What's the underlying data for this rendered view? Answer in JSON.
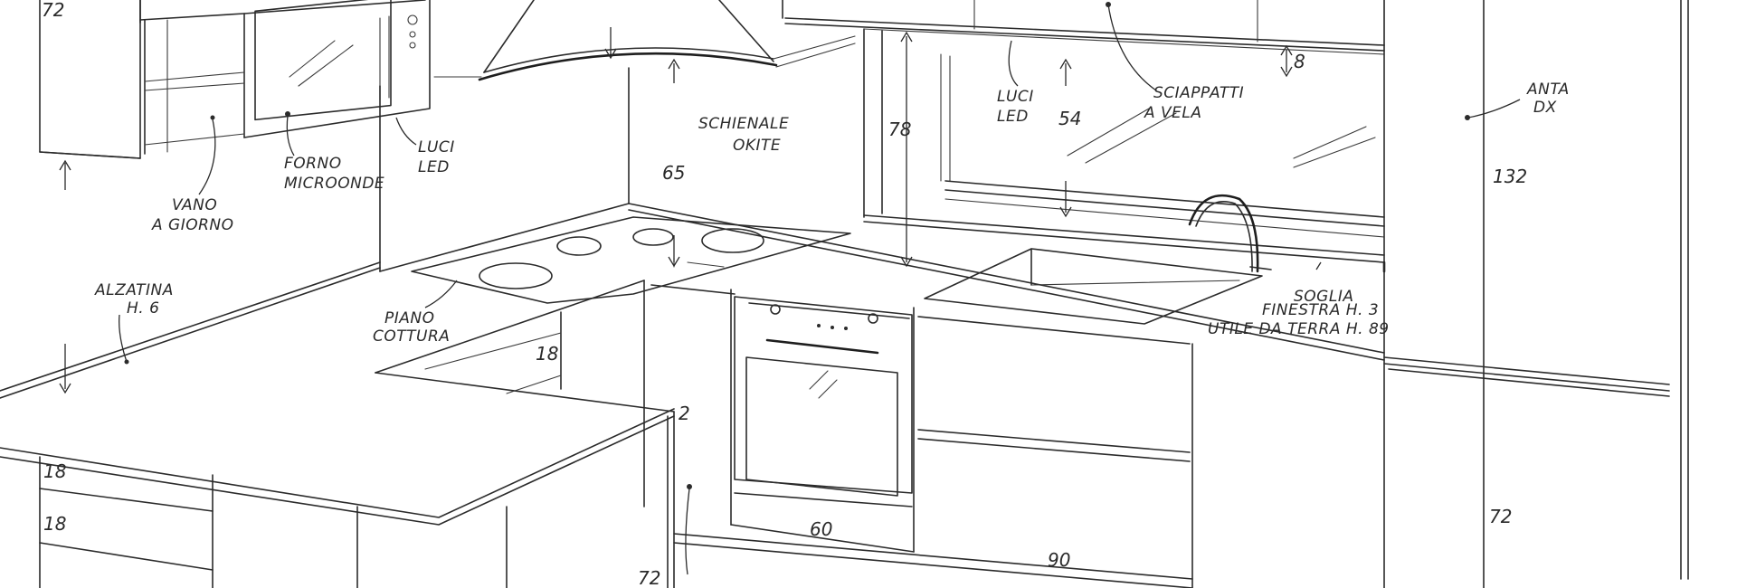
{
  "labels": {
    "vano1": "VANO",
    "vano2": "A GIORNO",
    "forno1": "FORNO",
    "forno2": "MICROONDE",
    "luci1a": "LUCI",
    "luci1b": "LED",
    "luci2a": "LUCI",
    "luci2b": "LED",
    "schienale1": "SCHIENALE",
    "schienale2": "OKITE",
    "sciappatti1": "SCIAPPATTI",
    "sciappatti2": "A VELA",
    "anta1": "ANTA",
    "anta2": "DX",
    "alzatina1": "ALZATINA",
    "alzatina2": "H. 6",
    "piano1": "PIANO",
    "piano2": "COTTURA",
    "soglia1": "SOGLIA",
    "soglia2": "FINESTRA H. 3",
    "soglia3": "UTILE DA TERRA H. 89"
  },
  "dimensions": {
    "d72a": "72",
    "d65": "65",
    "d78": "78",
    "d54": "54",
    "d8": "8",
    "d132": "132",
    "d18a": "18",
    "d2": "2",
    "d18b": "18",
    "d18c": "18",
    "d60": "60",
    "d90": "90",
    "d72b": "72",
    "d72c": "72"
  },
  "colors": {
    "ink": "#2b2b2b",
    "paper": "#ffffff"
  }
}
